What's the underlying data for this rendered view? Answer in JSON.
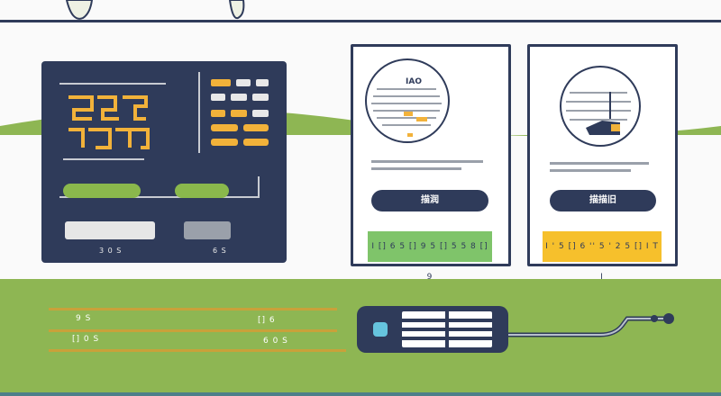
{
  "dashboard": {
    "caption_left": "3 0 S",
    "caption_right": "6 S"
  },
  "card_left": {
    "icon_label": "IAO",
    "button_label": "描润 ",
    "bar_label": "I [] 6 5 [] 9 5 [] 5 5 8 [] 9"
  },
  "card_right": {
    "button_label": "描描旧",
    "bar_label": "I ' 5 [] 6 '' 5 ' 2 5 [] I T I"
  },
  "bottom": {
    "rail_1_left": "9 S",
    "rail_1_right": "[] 6",
    "rail_2_left": "[] 0 S",
    "rail_2_right": "6 0 S"
  },
  "colors": {
    "navy": "#2f3b5a",
    "green": "#8ab84c",
    "yellow": "#f6c02c",
    "light_green": "#7fc46a",
    "cyan": "#66c4de"
  }
}
